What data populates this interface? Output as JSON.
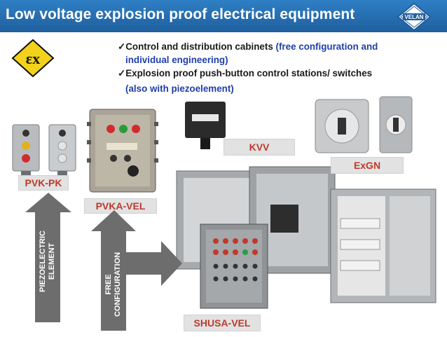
{
  "header": {
    "title": "Low voltage explosion proof electrical equipment",
    "logo_text": "VELAN"
  },
  "bullets": [
    {
      "check": "✓",
      "text": "Control and distribution cabinets ",
      "blue": "(free configuration and",
      "line2": "individual engineering)"
    },
    {
      "check": "✓",
      "text": "Explosion proof push-button control stations/ switches",
      "line2": "(also with piezoelement)"
    }
  ],
  "labels": {
    "pvk_pk": "PVK-PK",
    "pvka_vel": "PVKA-VEL",
    "kvv": "KVV",
    "exgn": "ExGN",
    "shusa_vel": "SHUSA-VEL"
  },
  "arrows": {
    "piezo": "PIEZOELECTRIC ELEMENT",
    "piezo_l1": "PIEZOELECTRIC",
    "piezo_l2": "ELEMENT",
    "free_l1": "FREE",
    "free_l2": "CONFIGURATION"
  },
  "colors": {
    "header": "#1f5f9e",
    "label_text": "#c0392b",
    "label_bg": "#e2e2e2",
    "arrow_gray": "#6d6d6d",
    "ex_yellow": "#f2d21b"
  }
}
